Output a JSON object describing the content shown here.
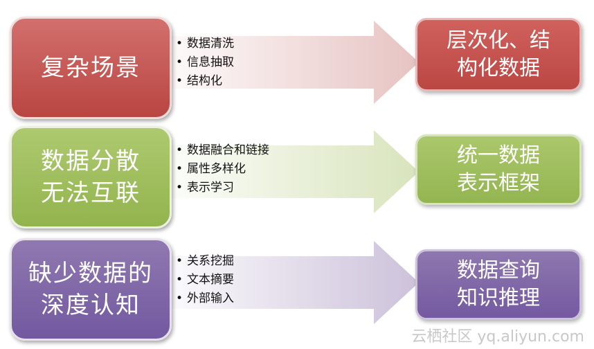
{
  "rows": [
    {
      "problem": [
        "复杂场景"
      ],
      "methods": [
        "数据清洗",
        "信息抽取",
        "结构化"
      ],
      "result": [
        "层次化、结",
        "构化数据"
      ]
    },
    {
      "problem": [
        "数据分散",
        "无法互联"
      ],
      "methods": [
        "数据融合和链接",
        "属性多样化",
        "表示学习"
      ],
      "result": [
        "统一数据",
        "表示框架"
      ]
    },
    {
      "problem": [
        "缺少数据的",
        "深度认知"
      ],
      "methods": [
        "关系挖掘",
        "文本摘要",
        "外部输入"
      ],
      "result": [
        "数据查询",
        "知识推理"
      ]
    }
  ],
  "watermark": "云栖社区 yq.aliyun.com",
  "colors": {
    "red": "#c0504d",
    "green": "#9bbb59",
    "purple": "#8064a2"
  }
}
